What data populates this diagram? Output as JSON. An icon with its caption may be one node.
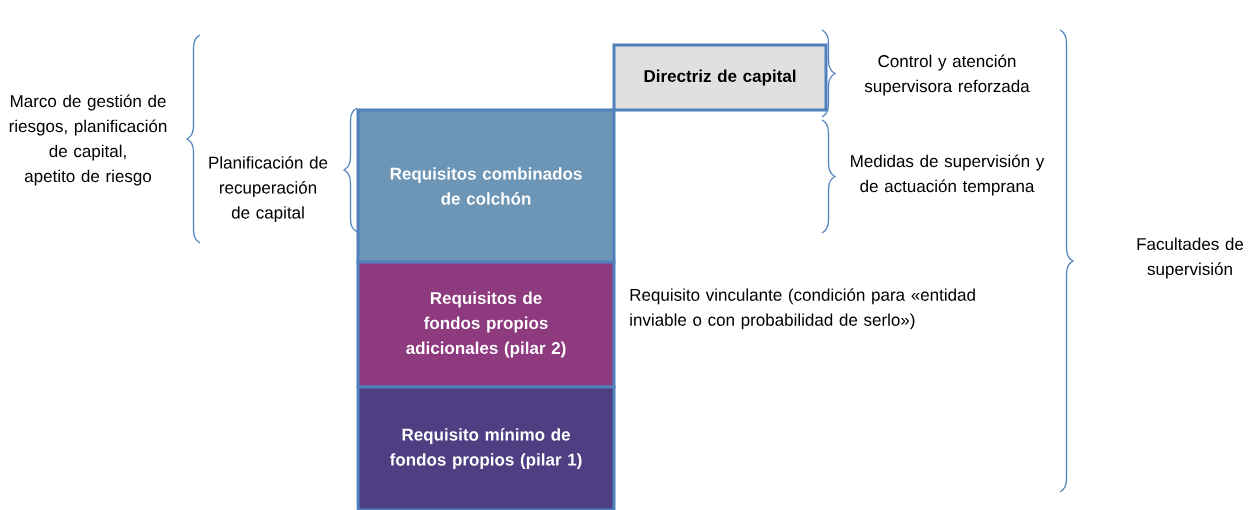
{
  "diagram": {
    "nodes": [
      {
        "text": [
          "Directriz de capital"
        ]
      },
      {
        "text": [
          "Requisitos combinados de colchón"
        ]
      },
      {
        "text": [
          "Requisitos de fondos propios adicionales (pilar 2)"
        ]
      },
      {
        "text": [
          "Requisito mínimo de fondos propios (pilar 1)"
        ]
      }
    ],
    "labels": [
      "Marco de gestión de riesgos, planificación de capital, apetito de riesgo",
      "Planificación de recuperación de capital",
      "Control y atención supervisora reforzada",
      "Medidas de supervisión y de actuación temprana",
      "Facultades de supervisión",
      "Requisito vinculante (condición para «entidad inviable o con probabilidad de serlo»)"
    ]
  }
}
